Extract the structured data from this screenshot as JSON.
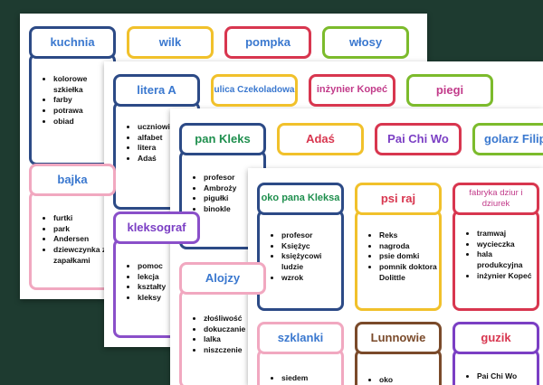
{
  "sheets": [
    {
      "cards": [
        {
          "title": "kuchnia",
          "color": "#2c4a86",
          "text": "#3a78cf",
          "items": [
            "kolorowe szkiełka",
            "farby",
            "potrawa",
            "obiad"
          ]
        },
        {
          "title": "wilk",
          "color": "#f1c12b",
          "text": "#3a78cf",
          "items": []
        },
        {
          "title": "pompka",
          "color": "#d8364f",
          "text": "#3a78cf",
          "items": []
        },
        {
          "title": "włosy",
          "color": "#7cbb2c",
          "text": "#3a78cf",
          "items": []
        },
        {
          "title": "bajka",
          "color": "#f1a8c0",
          "text": "#3a78cf",
          "items": [
            "furtki",
            "park",
            "Andersen",
            "dziewczynka z zapałkami"
          ]
        }
      ]
    },
    {
      "cards": [
        {
          "title": "litera A",
          "color": "#2c4a86",
          "text": "#3a78cf",
          "items": [
            "uczniowie",
            "alfabet",
            "litera",
            "Adaś"
          ]
        },
        {
          "title": "ulica Czekoladowa",
          "color": "#f1c12b",
          "text": "#3a78cf",
          "items": []
        },
        {
          "title": "inżynier Kopeć",
          "color": "#d8364f",
          "text": "#c23b8a",
          "items": []
        },
        {
          "title": "piegi",
          "color": "#7cbb2c",
          "text": "#c23b8a",
          "items": []
        },
        {
          "title": "kleksograf",
          "color": "#8a4fc9",
          "text": "#7b3fc4",
          "items": [
            "pomoc",
            "lekcja",
            "kształty",
            "kleksy"
          ]
        }
      ]
    },
    {
      "cards": [
        {
          "title": "pan Kleks",
          "color": "#2c4a86",
          "text": "#1f8f4e",
          "items": [
            "profesor",
            "Ambroży",
            "pigułki",
            "binokle"
          ]
        },
        {
          "title": "Adaś",
          "color": "#f1c12b",
          "text": "#d8364f",
          "items": []
        },
        {
          "title": "Pai Chi Wo",
          "color": "#d8364f",
          "text": "#7b3fc4",
          "items": []
        },
        {
          "title": "golarz Filip",
          "color": "#7cbb2c",
          "text": "#3a78cf",
          "items": []
        },
        {
          "title": "Alojzy",
          "color": "#f1a8c0",
          "text": "#3a78cf",
          "items": [
            "złośliwość",
            "dokuczanie",
            "lalka",
            "niszczenie"
          ]
        }
      ]
    },
    {
      "cards": [
        {
          "title": "oko pana Kleksa",
          "color": "#2c4a86",
          "text": "#1f8f4e",
          "items": [
            "profesor",
            "Księżyc",
            "księżycowi ludzie",
            "wzrok"
          ]
        },
        {
          "title": "psi raj",
          "color": "#f1c12b",
          "text": "#d8364f",
          "items": [
            "Reks",
            "nagroda",
            "psie domki",
            "pomnik doktora Dolittle"
          ]
        },
        {
          "title": "fabryka dziur i dziurek",
          "color": "#d8364f",
          "text": "#c23b8a",
          "items": [
            "tramwaj",
            "wycieczka",
            "hala produkcyjna",
            "inżynier Kopeć"
          ]
        },
        {
          "title": "szklanki",
          "color": "#f1a8c0",
          "text": "#3a78cf",
          "items": [
            "siedem"
          ]
        },
        {
          "title": "Lunnowie",
          "color": "#7a4a2a",
          "text": "#7a4a2a",
          "items": [
            "oko"
          ]
        },
        {
          "title": "guzik",
          "color": "#7b3fc4",
          "text": "#d8364f",
          "items": [
            "Pai Chi Wo"
          ]
        }
      ]
    }
  ]
}
